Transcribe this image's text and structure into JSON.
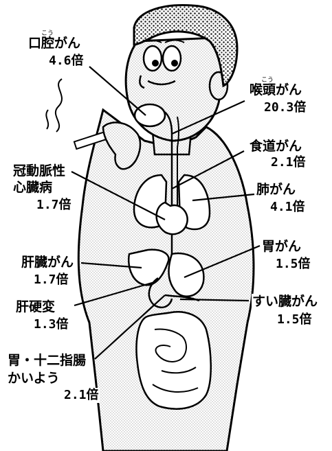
{
  "labels": {
    "oral": {
      "name": "口腔がん",
      "value": "4.6倍",
      "ruby": "こう"
    },
    "larynx": {
      "name": "喉頭がん",
      "value": "20.3倍",
      "ruby": "こう"
    },
    "esophagus": {
      "name": "食道がん",
      "value": "2.1倍"
    },
    "cardio_line1": "冠動脈性",
    "cardio_line2": "心臓病",
    "cardio_value": "1.7倍",
    "lung": {
      "name": "肺がん",
      "value": "4.1倍"
    },
    "liver_cancer": {
      "name": "肝臓がん",
      "value": "1.7倍"
    },
    "stomach": {
      "name": "胃がん",
      "value": "1.5倍"
    },
    "cirrhosis": {
      "name": "肝硬変",
      "value": "1.3倍"
    },
    "pancreas": {
      "name": "すい臓がん",
      "value": "1.5倍"
    },
    "ulcer_line1": "胃・十二指腸",
    "ulcer_line2": "かいよう",
    "ulcer_value": "2.1倍"
  }
}
